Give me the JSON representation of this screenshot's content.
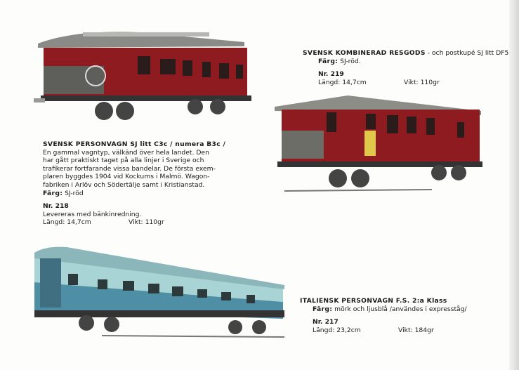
{
  "items": [
    {
      "title": "SVENSK PERSONVAGN SJ litt C3c / numera B3c /",
      "description": [
        "En gammal vagntyp, välkänd över hela landet. Den",
        "har gått praktiskt taget på alla linjer i Sverige och",
        "trafikerar fortfarande vissa bandelar. De första exem-",
        "plaren byggdes 1904 vid Kockums i Malmö. Wagon-",
        "fabriken i Arlöv och Södertälje samt i Kristianstad."
      ],
      "color_label": "Färg:",
      "color_value": "SJ-röd",
      "number": "Nr. 218",
      "note": "Levereras med bänkinredning.",
      "length": "Längd: 14,7cm",
      "weight": "Vikt: 110gr"
    },
    {
      "title": "SVENSK KOMBINERAD RESGODS",
      "title_rest": "- och postkupé SJ litt DF5",
      "color_label": "Färg:",
      "color_value": "SJ-röd.",
      "number": "Nr. 219",
      "length": "Längd: 14,7cm",
      "weight": "Vikt: 110gr"
    },
    {
      "title": "ITALIENSK PERSONVAGN F.S. 2:a Klass",
      "color_label": "Färg:",
      "color_value": "mörk och ljusblå /användes i expresståg/",
      "number": "Nr. 217",
      "length": "Längd: 23,2cm",
      "weight": "Vikt: 184gr"
    }
  ],
  "colors": {
    "sj_red": "#8e1b1f",
    "fs_dark_blue": "#4f8fa6",
    "fs_light_blue": "#a9d4d6"
  }
}
